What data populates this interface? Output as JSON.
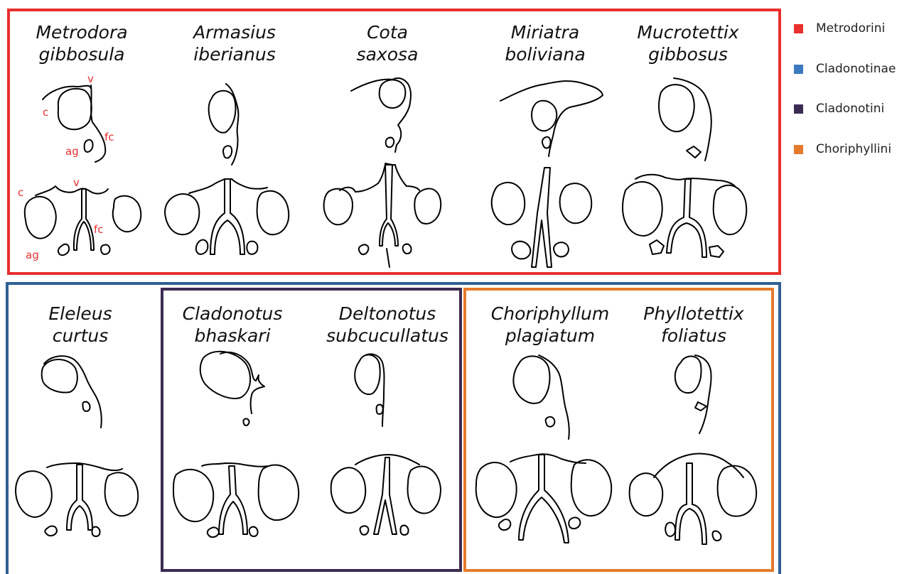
{
  "colors": {
    "metrodorini": "#e8302e",
    "cladonotinae": "#3b7ac0",
    "cladonotini": "#3b2b52",
    "choriphyllini": "#e67a2c"
  },
  "legend": [
    {
      "label": "Metrodorini",
      "color": "#e8302e"
    },
    {
      "label": "Cladonotinae",
      "color": "#3b7ac0"
    },
    {
      "label": "Cladonotini",
      "color": "#3b2b52"
    },
    {
      "label": "Choriphyllini",
      "color": "#e67a2c"
    }
  ],
  "species": [
    {
      "genus": "Metrodora",
      "epithet": "gibbosula"
    },
    {
      "genus": "Armasius",
      "epithet": "iberianus"
    },
    {
      "genus": "Cota",
      "epithet": "saxosa"
    },
    {
      "genus": "Miriatra",
      "epithet": "boliviana"
    },
    {
      "genus": "Mucrotettix",
      "epithet": "gibbosus"
    },
    {
      "genus": "Eleleus",
      "epithet": "curtus"
    },
    {
      "genus": "Cladonotus",
      "epithet": "bhaskari"
    },
    {
      "genus": "Deltonotus",
      "epithet": "subcucullatus"
    },
    {
      "genus": "Choriphyllum",
      "epithet": "plagiatum"
    },
    {
      "genus": "Phyllotettix",
      "epithet": "foliatus"
    }
  ],
  "annotations": {
    "vertex": "v",
    "compound_eye": "c",
    "frontal_costa": "fc",
    "antennal_groove": "ag"
  }
}
